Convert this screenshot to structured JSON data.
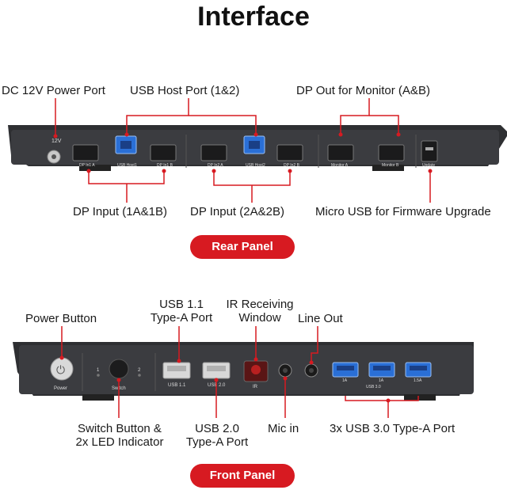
{
  "title": "Interface",
  "rear": {
    "badge": "Rear Panel",
    "callouts": {
      "power": "DC 12V Power Port",
      "usb_host": "USB Host Port (1&2)",
      "dp_out": "DP Out for Monitor (A&B)",
      "dp_in_1": "DP Input (1A&1B)",
      "dp_in_2": "DP Input (2A&2B)",
      "micro_usb": "Micro USB for Firmware Upgrade"
    },
    "port_labels": {
      "v12": "12V",
      "dp_1a": "DP In1 A",
      "usb_host1": "USB Host1",
      "dp_1b": "DP In1 B",
      "dp_2a": "DP In2 A",
      "usb_host2": "USB Host2",
      "dp_2b": "DP In2 B",
      "mon_a": "Monitor A",
      "mon_b": "Monitor B",
      "update": "Update"
    }
  },
  "front": {
    "badge": "Front Panel",
    "callouts": {
      "power_button": "Power Button",
      "usb11_line1": "USB 1.1",
      "usb11_line2": "Type-A Port",
      "ir_line1": "IR Receiving",
      "ir_line2": "Window",
      "line_out": "Line Out",
      "switch_line1": "Switch Button &",
      "switch_line2": "2x LED Indicator",
      "usb20_line1": "USB 2.0",
      "usb20_line2": "Type-A Port",
      "mic_in": "Mic in",
      "usb30": "3x USB 3.0 Type-A Port"
    },
    "port_labels": {
      "power": "Power",
      "switch": "Switch",
      "led1": "1",
      "led2": "2",
      "usb11": "USB 1.1",
      "usb20": "USB 2.0",
      "ir": "IR",
      "a1": "1A",
      "a2": "1A",
      "a3": "1.5A",
      "usb30": "USB 3.0"
    }
  },
  "colors": {
    "accent": "#d71a21",
    "panel": "#3a3b3e",
    "usb3": "#2a6fd6"
  }
}
